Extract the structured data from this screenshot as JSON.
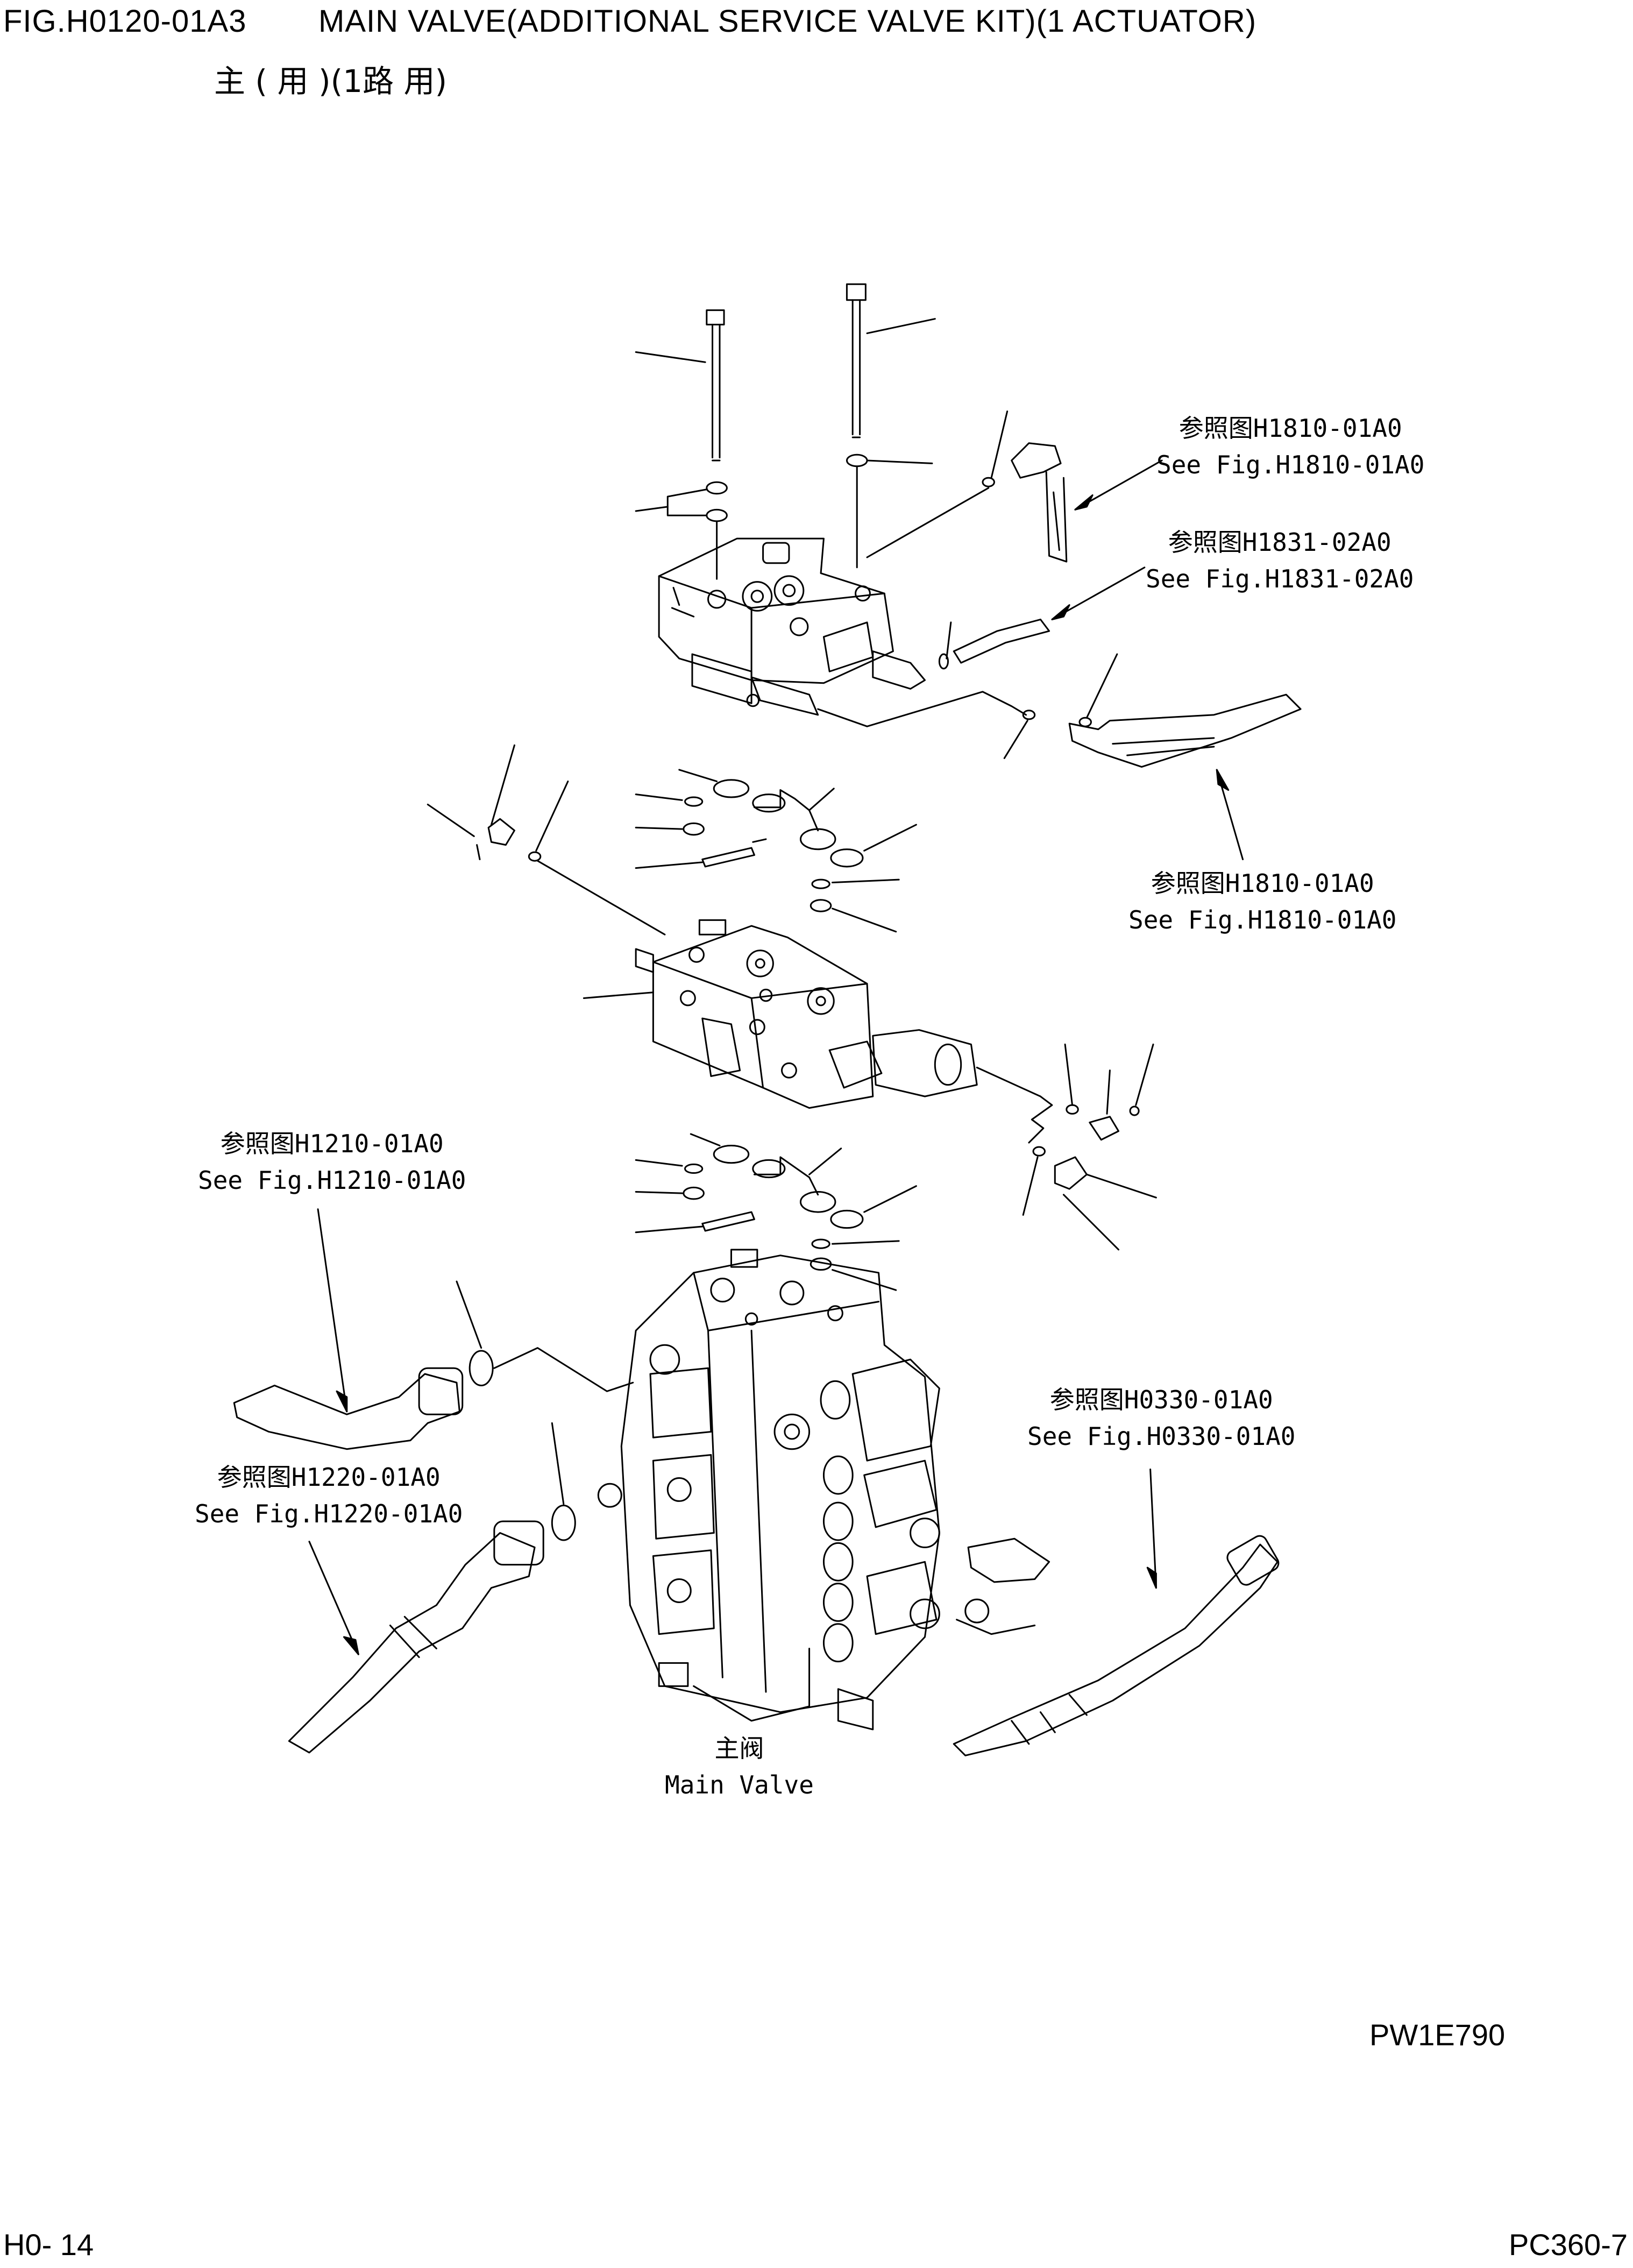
{
  "header": {
    "fig_id": "FIG.H0120-01A3",
    "title": "MAIN VALVE(ADDITIONAL SERVICE VALVE KIT)(1 ACTUATOR)",
    "title_cn": "主 ( 用 )(1路 用)"
  },
  "references": [
    {
      "cn": "参照图H1810-01A0",
      "en": "See Fig.H1810-01A0"
    },
    {
      "cn": "参照图H1831-02A0",
      "en": "See Fig.H1831-02A0"
    },
    {
      "cn": "参照图H1810-01A0",
      "en": "See Fig.H1810-01A0"
    },
    {
      "cn": "参照图H1210-01A0",
      "en": "See Fig.H1210-01A0"
    },
    {
      "cn": "参照图H0330-01A0",
      "en": "See Fig.H0330-01A0"
    },
    {
      "cn": "参照图H1220-01A0",
      "en": "See Fig.H1220-01A0"
    }
  ],
  "main_valve": {
    "cn": "主阀",
    "en": "Main Valve"
  },
  "drawing_code": "PW1E790",
  "footer": {
    "page": "H0- 14",
    "model": "PC360-7"
  }
}
